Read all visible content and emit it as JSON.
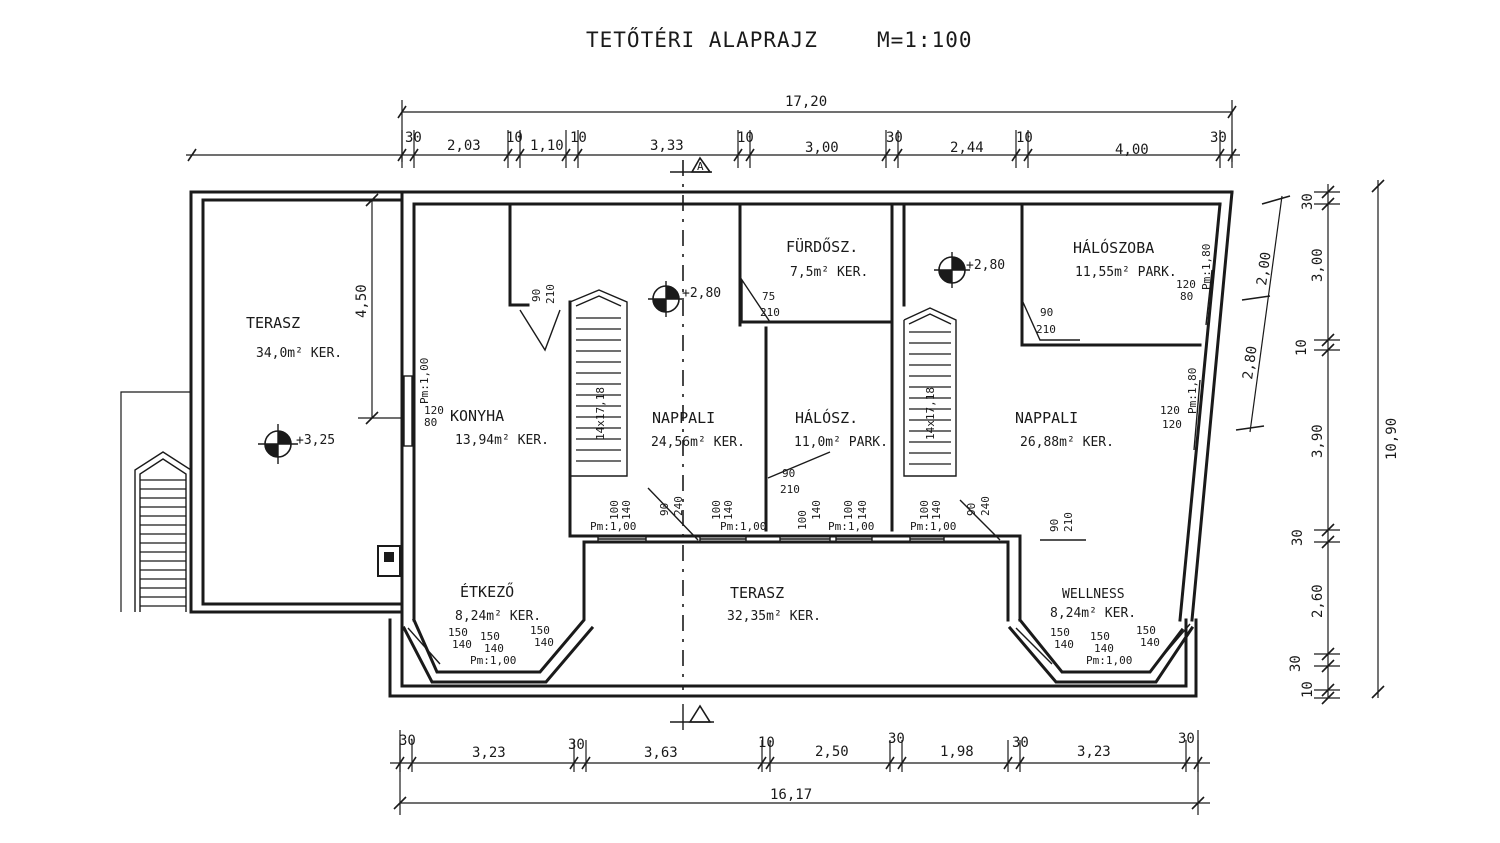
{
  "title": "TETŐTÉRI ALAPRAJZ",
  "scale": "M=1:100",
  "rooms": [
    {
      "id": "terasz-left",
      "name": "TERASZ",
      "area": "34,0m² KER."
    },
    {
      "id": "konyha",
      "name": "KONYHA",
      "area": "13,94m² KER."
    },
    {
      "id": "nappali-left",
      "name": "NAPPALI",
      "area": "24,56m² KER."
    },
    {
      "id": "furdo",
      "name": "FÜRDŐSZ.",
      "area": "7,5m² KER."
    },
    {
      "id": "halo-mid",
      "name": "HÁLÓSZ.",
      "area": "11,0m² PARK."
    },
    {
      "id": "haloszoba",
      "name": "HÁLÓSZOBA",
      "area": "11,55m² PARK."
    },
    {
      "id": "nappali-right",
      "name": "NAPPALI",
      "area": "26,88m² KER."
    },
    {
      "id": "etkezo",
      "name": "ÉTKEZŐ",
      "area": "8,24m² KER."
    },
    {
      "id": "terasz-mid",
      "name": "TERASZ",
      "area": "32,35m² KER."
    },
    {
      "id": "wellness",
      "name": "WELLNESS",
      "area": "8,24m² KER."
    }
  ],
  "levels": {
    "terasz": "+3,25",
    "nappali_left": "+2,80",
    "nappali_right": "+2,80"
  },
  "top_dims": {
    "total": "17,20",
    "segments": [
      "30",
      "2,03",
      "10",
      "1,10",
      "10",
      "3,33",
      "10",
      "3,00",
      "30",
      "2,44",
      "10",
      "4,00",
      "30"
    ]
  },
  "bottom_dims": {
    "total": "16,17",
    "segments": [
      "30",
      "3,23",
      "30",
      "3,63",
      "10",
      "2,50",
      "30",
      "1,98",
      "30",
      "3,23",
      "30"
    ]
  },
  "right_dims": {
    "total": "10,90",
    "segments": [
      "30",
      "3,00",
      "10",
      "3,90",
      "30",
      "2,60",
      "30",
      "10"
    ],
    "inner": [
      "2,00",
      "2,80"
    ]
  },
  "left_dims": {
    "terasz_depth": "4,50"
  },
  "openings": {
    "d90_210": [
      "90",
      "210"
    ],
    "d75_210": [
      "75",
      "210"
    ],
    "w100_140": [
      "100",
      "140"
    ],
    "w150_140": [
      "150",
      "140"
    ],
    "w120_80": [
      "120",
      "80"
    ],
    "w120_120": [
      "120",
      "120"
    ],
    "konyha_win": [
      "Pm:1,00",
      "120",
      "80"
    ],
    "hal_win": [
      "Pm:1,80"
    ],
    "nap_win": [
      "Pm:1,80"
    ],
    "pm100": "Pm:1,00",
    "d90_240": [
      "90",
      "240"
    ]
  },
  "stairs": {
    "left": "14x17,18",
    "right": "14x17,18"
  },
  "section_mark": "A"
}
